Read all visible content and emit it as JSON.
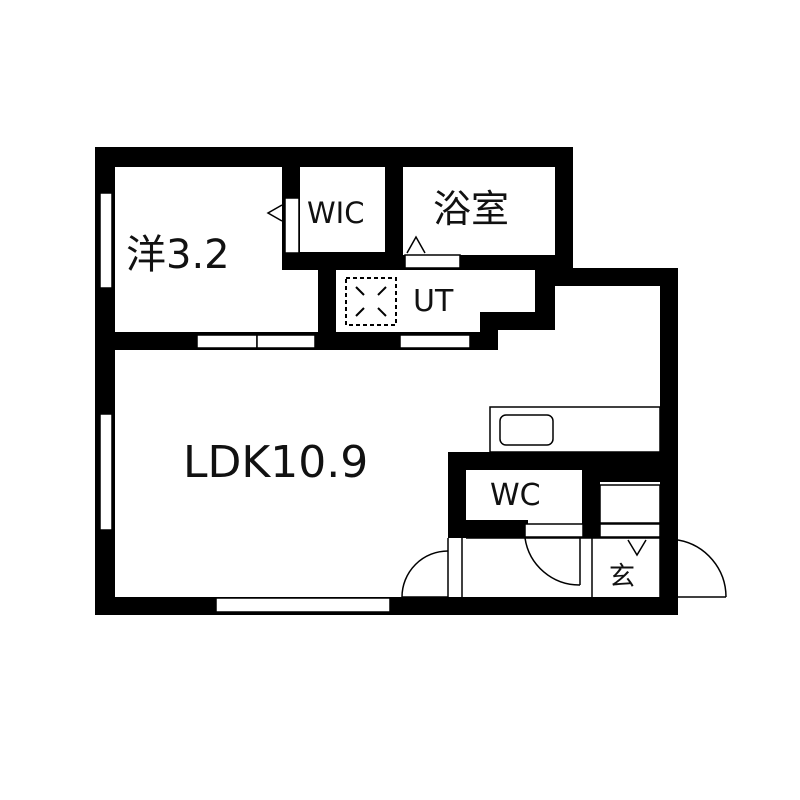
{
  "floorplan": {
    "colors": {
      "wall": "#000000",
      "background": "#ffffff",
      "line": "#111111"
    },
    "rooms": {
      "western_room": {
        "label": "洋3.2"
      },
      "wic": {
        "label": "WIC"
      },
      "bathroom": {
        "label": "浴室"
      },
      "utility": {
        "label": "UT"
      },
      "ldk": {
        "label": "LDK10.9"
      },
      "wc": {
        "label": "WC"
      },
      "entrance": {
        "label": "玄"
      }
    }
  }
}
